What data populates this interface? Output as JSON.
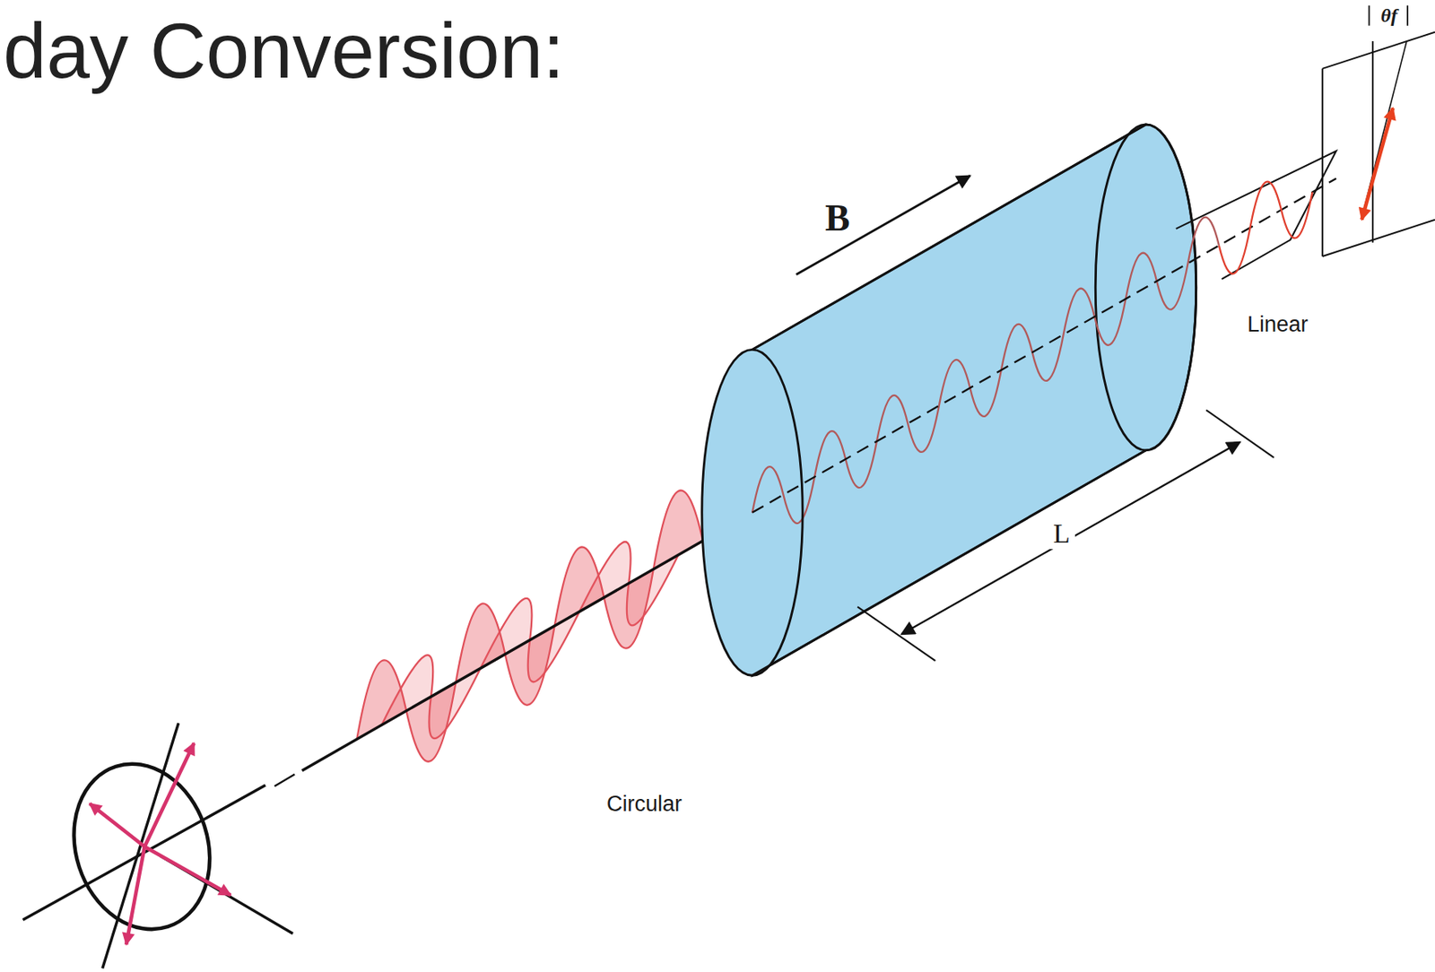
{
  "diagram": {
    "title": "day Conversion:",
    "labels": [
      "B",
      "L",
      "Circular",
      "Linear",
      "θf"
    ]
  }
}
